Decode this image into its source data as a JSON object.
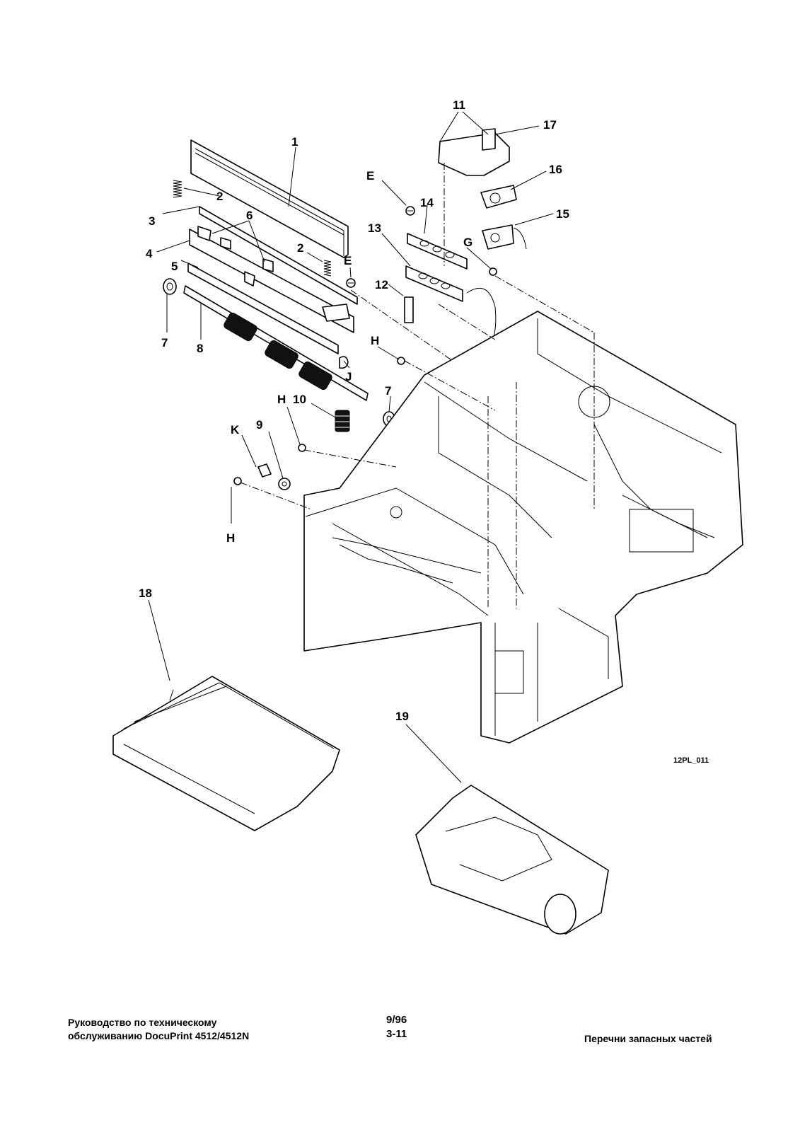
{
  "diagram": {
    "callouts": {
      "c1": "1",
      "c2a": "2",
      "c2b": "2",
      "c3": "3",
      "c4": "4",
      "c5": "5",
      "c6": "6",
      "c7a": "7",
      "c7b": "7",
      "c8": "8",
      "c9": "9",
      "c10": "10",
      "c11": "11",
      "c12": "12",
      "c13": "13",
      "c14": "14",
      "c15": "15",
      "c16": "16",
      "c17": "17",
      "c18": "18",
      "c19": "19",
      "cEa": "E",
      "cEb": "E",
      "cG": "G",
      "cHa": "H",
      "cHb": "H",
      "cHc": "H",
      "cJ": "J",
      "cK": "K"
    },
    "figure_code": "12PL_011"
  },
  "footer": {
    "manual_line1": "Руководство по техническому",
    "manual_line2": "обслуживанию DocuPrint 4512/4512N",
    "date": "9/96",
    "page": "3-11",
    "section": "Перечни запасных частей"
  }
}
